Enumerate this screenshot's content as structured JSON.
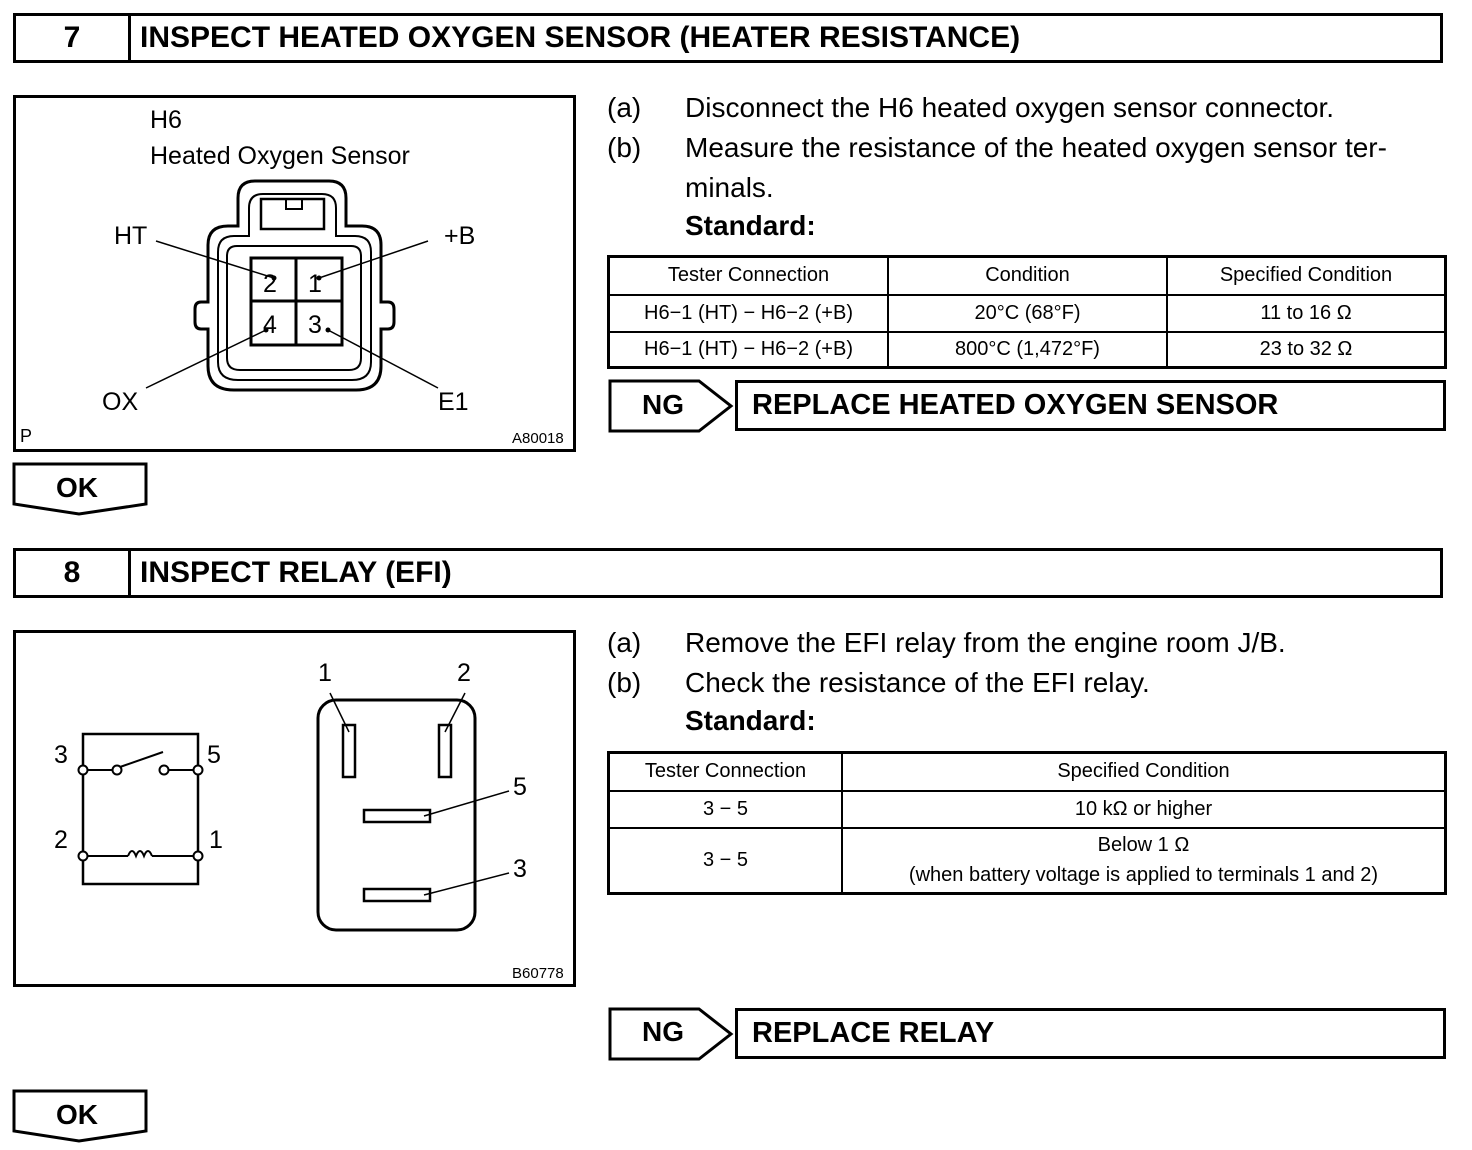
{
  "step7": {
    "number": "7",
    "title": "INSPECT HEATED OXYGEN SENSOR (HEATER RESISTANCE)",
    "figure": {
      "connector_id": "H6",
      "connector_name": "Heated Oxygen Sensor",
      "pin_labels": {
        "ht": "HT",
        "b": "+B",
        "ox": "OX",
        "e1": "E1"
      },
      "pin_numbers": [
        "2",
        "1",
        "4",
        "3"
      ],
      "corner_mark": "P",
      "figure_code": "A80018"
    },
    "instructions": [
      {
        "label": "(a)",
        "text": "Disconnect the H6 heated oxygen sensor connector."
      },
      {
        "label": "(b)",
        "text": "Measure the resistance of the heated oxygen sensor ter-",
        "text2": "minals."
      }
    ],
    "standard_label": "Standard:",
    "table": {
      "headers": [
        "Tester Connection",
        "Condition",
        "Specified Condition"
      ],
      "rows": [
        [
          "H6−1 (HT) − H6−2 (+B)",
          "20°C (68°F)",
          "11 to 16 Ω"
        ],
        [
          "H6−1 (HT) − H6−2 (+B)",
          "800°C (1,472°F)",
          "23 to 32 Ω"
        ]
      ]
    },
    "ng_label": "NG",
    "ng_action": "REPLACE HEATED OXYGEN SENSOR",
    "ok_label": "OK"
  },
  "step8": {
    "number": "8",
    "title": "INSPECT RELAY (EFI)",
    "figure": {
      "terminals": [
        "1",
        "2",
        "3",
        "5"
      ],
      "figure_code": "B60778"
    },
    "instructions": [
      {
        "label": "(a)",
        "text": "Remove the EFI relay from the engine room J/B."
      },
      {
        "label": "(b)",
        "text": "Check the resistance of the EFI relay."
      }
    ],
    "standard_label": "Standard:",
    "table": {
      "headers": [
        "Tester Connection",
        "Specified Condition"
      ],
      "rows": [
        [
          "3 − 5",
          "10 kΩ or higher"
        ],
        [
          "3 − 5",
          "Below 1 Ω",
          "(when battery voltage is applied to terminals 1 and 2)"
        ]
      ]
    },
    "ng_label": "NG",
    "ng_action": "REPLACE RELAY",
    "ok_label": "OK"
  }
}
